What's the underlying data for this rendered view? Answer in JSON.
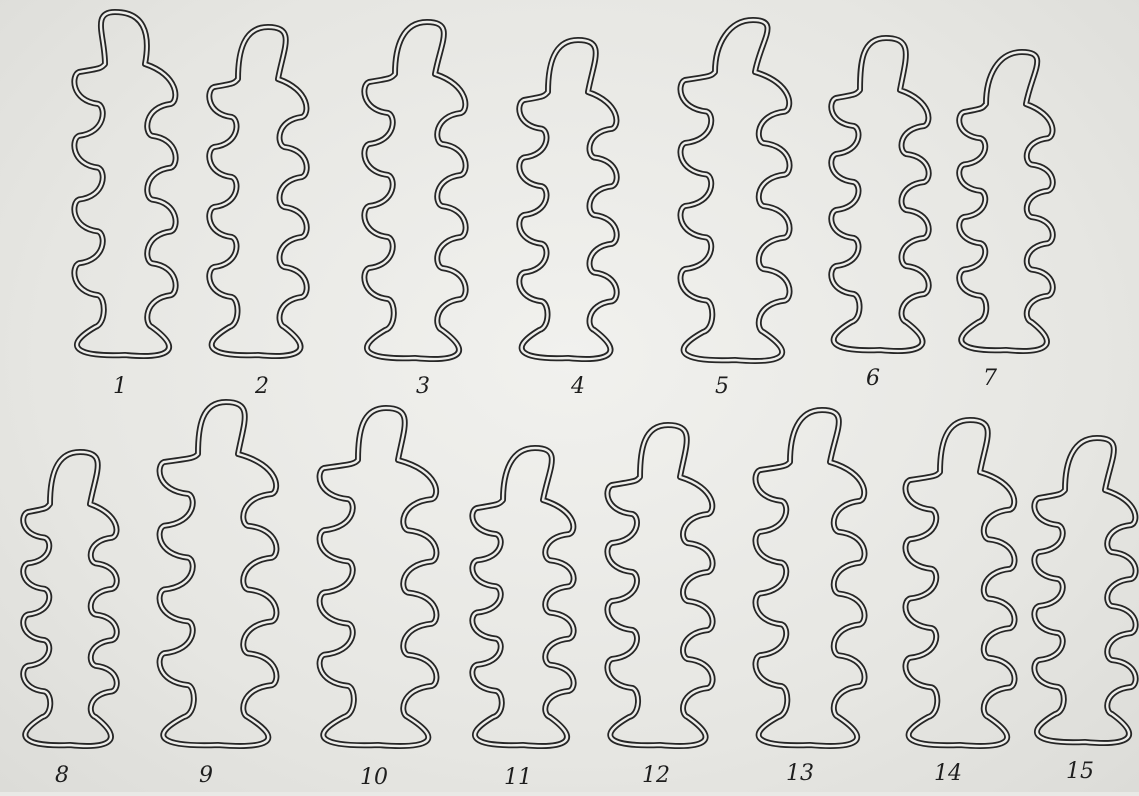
{
  "figures": [
    {
      "label": "1"
    },
    {
      "label": "2"
    },
    {
      "label": "3"
    },
    {
      "label": "4"
    },
    {
      "label": "5"
    },
    {
      "label": "6"
    },
    {
      "label": "7"
    },
    {
      "label": "8"
    },
    {
      "label": "9"
    },
    {
      "label": "10"
    },
    {
      "label": "11"
    },
    {
      "label": "12"
    },
    {
      "label": "13"
    },
    {
      "label": "14"
    },
    {
      "label": "15"
    }
  ],
  "colors": {
    "background": "#e9e9e6",
    "outline": "#262626"
  }
}
